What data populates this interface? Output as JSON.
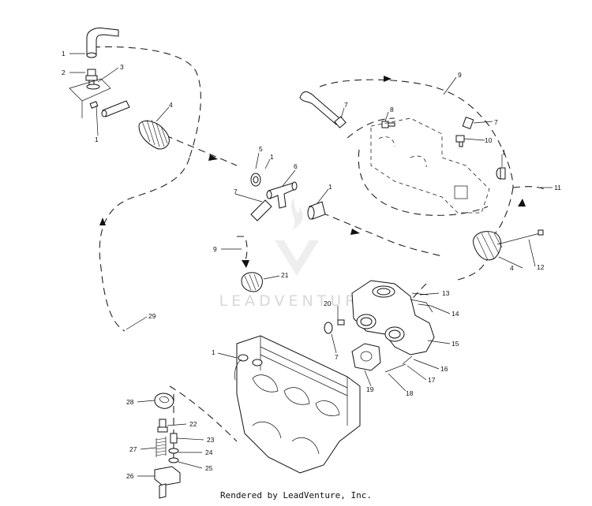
{
  "watermark": {
    "text": "LEADVENTURE"
  },
  "footer": {
    "text": "Rendered by LeadVenture, Inc."
  },
  "callouts": [
    "1",
    "2",
    "3",
    "4",
    "5",
    "6",
    "7",
    "8",
    "9",
    "10",
    "11",
    "12",
    "13",
    "14",
    "15",
    "16",
    "17",
    "18",
    "19",
    "20",
    "21",
    "22",
    "23",
    "24",
    "25",
    "26",
    "27",
    "28",
    "29"
  ],
  "labels": {
    "c1a": "1",
    "c2": "2",
    "c3": "3",
    "c1b": "1",
    "c4a": "4",
    "c5": "5",
    "c1c": "1",
    "c6": "6",
    "c7a": "7",
    "c1d": "1",
    "c9a": "9",
    "c21": "21",
    "c29": "29",
    "c9b": "9",
    "c7b": "7",
    "c8": "8",
    "c7c": "7",
    "c10": "10",
    "c1e": "1",
    "c11": "11",
    "c4b": "4",
    "c12": "12",
    "c13": "13",
    "c14": "14",
    "c15": "15",
    "c20": "20",
    "c7d": "7",
    "c16": "16",
    "c17": "17",
    "c18": "18",
    "c19": "19",
    "c1f": "1",
    "c28": "28",
    "c22": "22",
    "c23": "23",
    "c27": "27",
    "c24": "24",
    "c25": "25",
    "c26": "26"
  }
}
